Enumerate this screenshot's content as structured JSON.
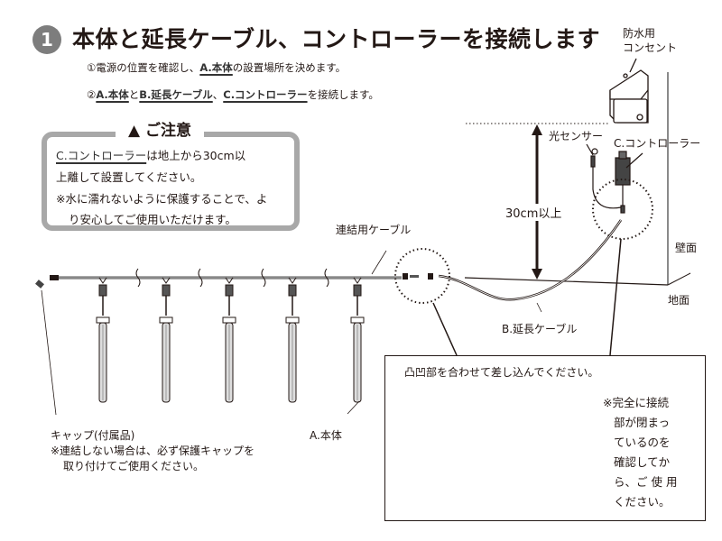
{
  "step": {
    "number": "1",
    "title": "本体と延長ケーブル、コントローラーを接続します"
  },
  "instructions": {
    "line1": {
      "prefix": "①電源の位置を確認し、",
      "link": "A.本体",
      "suffix": "の設置場所を決めます。"
    },
    "line2": {
      "prefix": "②",
      "a": "A.本体",
      "and": "と",
      "b": "B.延長ケーブル",
      "comma": "、",
      "c": "C.コントローラー",
      "suffix": "を接続します。"
    }
  },
  "caution": {
    "heading": "ご注意",
    "icon": "warning-icon",
    "line1_link": "C.コントローラー",
    "line1_rest": "は地上から30cm以",
    "line2": "上離して設置してください。",
    "line3": "※水に濡れないように保護することで、よ",
    "line4": "り安心してご使用いただけます。"
  },
  "labels": {
    "outlet_line1": "防水用",
    "outlet_line2": "コンセント",
    "light_sensor": "光センサー",
    "controller": "C.コントローラー",
    "height": "30cm以上",
    "wall": "壁面",
    "ground": "地面",
    "link_cable": "連結用ケーブル",
    "extension_cable": "B.延長ケーブル",
    "main_unit": "A.本体",
    "cap": "キャップ(付属品)",
    "cap_note1": "※連結しない場合は、必ず保護キャップを",
    "cap_note2": "取り付けてご使用ください。"
  },
  "detail": {
    "heading": "凸凹部を合わせて差し込んでください。",
    "note": [
      "※完全に接続",
      "部が閉まっ",
      "ているのを",
      "確認してか",
      "ら、ご 使 用",
      "ください。"
    ]
  },
  "colors": {
    "badge": "#7d7d7d",
    "caution_border": "#a8a8a8",
    "ink": "#231815"
  }
}
